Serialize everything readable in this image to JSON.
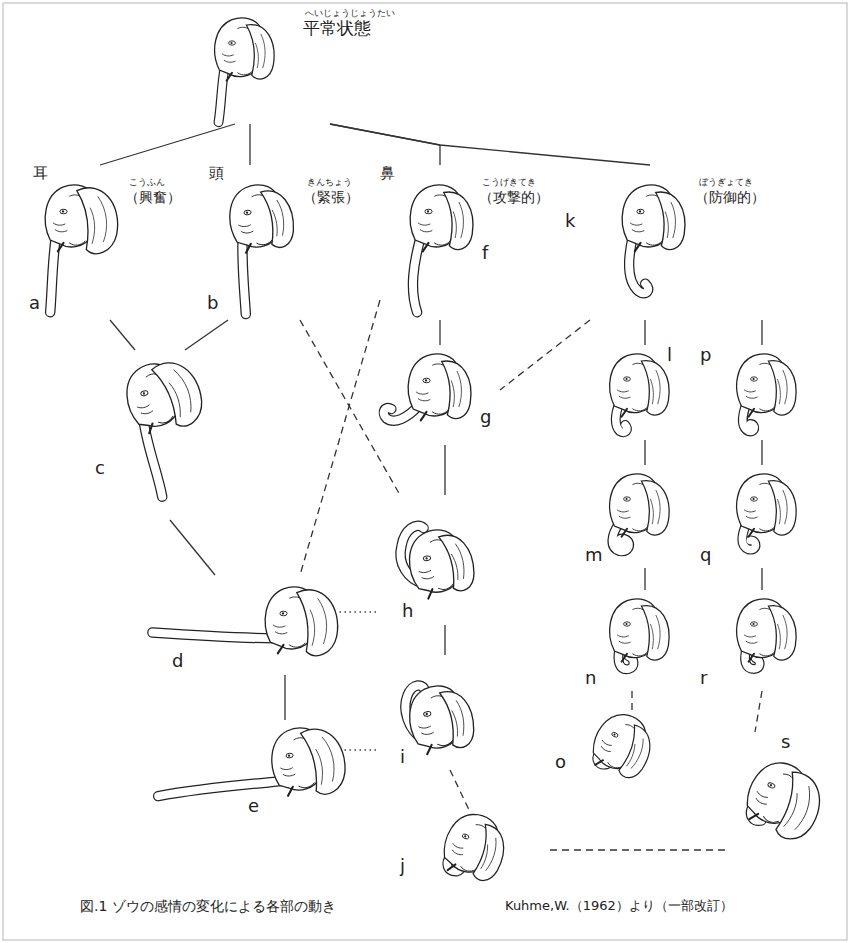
{
  "diagram": {
    "caption": "図.1 ゾウの感情の変化による各部の動き",
    "nodes": [
      {
        "text": [
          "へいじょうじょうたい",
          "平常状態"
        ]
      },
      {
        "text": [
          "耳",
          "こうふん",
          "（興奮）",
          "a"
        ]
      },
      {
        "text": [
          "頭",
          "きんちょう",
          "（緊張）",
          "b"
        ]
      },
      {
        "text": [
          "鼻",
          "こうげきてき",
          "（攻撃的）",
          "f"
        ]
      },
      {
        "text": [
          "ぼうぎょてき",
          "（防御的）",
          "k"
        ]
      },
      {
        "text": [
          "c"
        ]
      },
      {
        "text": [
          "g"
        ]
      },
      {
        "text": [
          "l"
        ]
      },
      {
        "text": [
          "p"
        ]
      },
      {
        "text": [
          "d"
        ]
      },
      {
        "text": [
          "h"
        ]
      },
      {
        "text": [
          "m"
        ]
      },
      {
        "text": [
          "q"
        ]
      },
      {
        "text": [
          "e"
        ]
      },
      {
        "text": [
          "i"
        ]
      },
      {
        "text": [
          "n"
        ]
      },
      {
        "text": [
          "r"
        ]
      },
      {
        "text": [
          "o"
        ]
      },
      {
        "text": [
          "s"
        ]
      },
      {
        "text": [
          "j"
        ]
      }
    ],
    "edges": [
      {
        "from": 0,
        "to": 1,
        "arrow": "none"
      },
      {
        "from": 0,
        "to": 2,
        "arrow": "none"
      },
      {
        "from": 0,
        "to": 3,
        "arrow": "none"
      },
      {
        "from": 0,
        "to": 4,
        "arrow": "none"
      },
      {
        "from": 1,
        "to": 5,
        "arrow": "none"
      },
      {
        "from": 2,
        "to": 5,
        "arrow": "none"
      },
      {
        "from": 2,
        "to": 10,
        "arrow": "none"
      },
      {
        "from": 3,
        "to": 9,
        "arrow": "none"
      },
      {
        "from": 3,
        "to": 6,
        "arrow": "none"
      },
      {
        "from": 4,
        "to": 6,
        "arrow": "none"
      },
      {
        "from": 4,
        "to": 7,
        "arrow": "none"
      },
      {
        "from": 4,
        "to": 8,
        "arrow": "none"
      },
      {
        "from": 5,
        "to": 9,
        "arrow": "none"
      },
      {
        "from": 6,
        "to": 10,
        "arrow": "none"
      },
      {
        "from": 7,
        "to": 11,
        "arrow": "none"
      },
      {
        "from": 8,
        "to": 12,
        "arrow": "none"
      },
      {
        "from": 9,
        "to": 13,
        "arrow": "none"
      },
      {
        "from": 9,
        "to": 10,
        "arrow": "none"
      },
      {
        "from": 10,
        "to": 14,
        "arrow": "none"
      },
      {
        "from": 11,
        "to": 15,
        "arrow": "none"
      },
      {
        "from": 12,
        "to": 16,
        "arrow": "none"
      },
      {
        "from": 13,
        "to": 14,
        "arrow": "none"
      },
      {
        "from": 14,
        "to": 19,
        "arrow": "none"
      },
      {
        "from": 15,
        "to": 17,
        "arrow": "none"
      },
      {
        "from": 16,
        "to": 18,
        "arrow": "none"
      },
      {
        "from": 19,
        "to": 18,
        "arrow": "none"
      }
    ],
    "labels": [
      "Kuhme,W.（1962）より（一部改訂）"
    ]
  }
}
